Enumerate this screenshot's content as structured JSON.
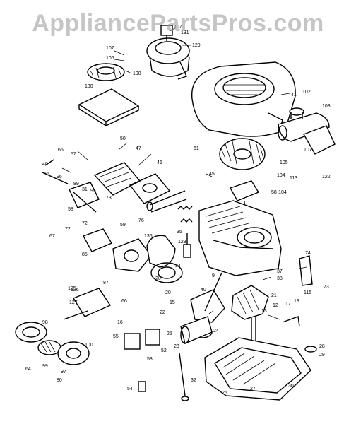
{
  "watermark": "AppliancePartsPros.com",
  "colors": {
    "ink": "#000000",
    "paper": "#ffffff",
    "watermark": "#969696"
  },
  "labels": [
    {
      "id": "l107a",
      "text": "107"
    },
    {
      "id": "l106",
      "text": "106"
    },
    {
      "id": "l108",
      "text": "108"
    },
    {
      "id": "l107b",
      "text": "107"
    },
    {
      "id": "l129",
      "text": "129"
    },
    {
      "id": "l130",
      "text": "130"
    },
    {
      "id": "l131",
      "text": "131"
    },
    {
      "id": "l41",
      "text": "41"
    },
    {
      "id": "l102",
      "text": "102"
    },
    {
      "id": "l103",
      "text": "103"
    },
    {
      "id": "l107c",
      "text": "107"
    },
    {
      "id": "l61",
      "text": "61"
    },
    {
      "id": "l50",
      "text": "50"
    },
    {
      "id": "l47",
      "text": "47"
    },
    {
      "id": "l46",
      "text": "46"
    },
    {
      "id": "l45",
      "text": "45"
    },
    {
      "id": "l105",
      "text": "105"
    },
    {
      "id": "l104a",
      "text": "104"
    },
    {
      "id": "l113",
      "text": "113"
    },
    {
      "id": "l122",
      "text": "122"
    },
    {
      "id": "l65",
      "text": "65"
    },
    {
      "id": "l57",
      "text": "57"
    },
    {
      "id": "l40",
      "text": "40"
    },
    {
      "id": "l96",
      "text": "96"
    },
    {
      "id": "l89",
      "text": "89"
    },
    {
      "id": "l31",
      "text": "31"
    },
    {
      "id": "l95",
      "text": "95"
    },
    {
      "id": "l73",
      "text": "73"
    },
    {
      "id": "l58",
      "text": "58"
    },
    {
      "id": "l104b",
      "text": "58-104"
    },
    {
      "id": "l72a",
      "text": "72"
    },
    {
      "id": "l72b",
      "text": "72"
    },
    {
      "id": "l59",
      "text": "59"
    },
    {
      "id": "l76",
      "text": "76"
    },
    {
      "id": "l67",
      "text": "67"
    },
    {
      "id": "l85",
      "text": "85"
    },
    {
      "id": "l87",
      "text": "87"
    },
    {
      "id": "l125",
      "text": "125"
    },
    {
      "id": "l136",
      "text": "136"
    },
    {
      "id": "l20a",
      "text": "20"
    },
    {
      "id": "l34",
      "text": "34"
    },
    {
      "id": "l37",
      "text": "37"
    },
    {
      "id": "l38",
      "text": "38"
    },
    {
      "id": "l35",
      "text": "35"
    },
    {
      "id": "l126",
      "text": "126"
    },
    {
      "id": "l127",
      "text": "127"
    },
    {
      "id": "l66",
      "text": "66"
    },
    {
      "id": "l74",
      "text": "74"
    },
    {
      "id": "l115",
      "text": "115"
    },
    {
      "id": "l73b",
      "text": "73"
    },
    {
      "id": "l9",
      "text": "9"
    },
    {
      "id": "l21",
      "text": "21"
    },
    {
      "id": "l13",
      "text": "13"
    },
    {
      "id": "l12",
      "text": "12"
    },
    {
      "id": "l17",
      "text": "17"
    },
    {
      "id": "l19",
      "text": "19"
    },
    {
      "id": "l22",
      "text": "22"
    },
    {
      "id": "l40b",
      "text": "40"
    },
    {
      "id": "l20b",
      "text": "20"
    },
    {
      "id": "l15",
      "text": "15"
    },
    {
      "id": "l16",
      "text": "16"
    },
    {
      "id": "l55",
      "text": "55"
    },
    {
      "id": "l53",
      "text": "53"
    },
    {
      "id": "l52",
      "text": "52"
    },
    {
      "id": "l25",
      "text": "25"
    },
    {
      "id": "l24",
      "text": "24"
    },
    {
      "id": "l23",
      "text": "23"
    },
    {
      "id": "l32",
      "text": "32"
    },
    {
      "id": "l27",
      "text": "27"
    },
    {
      "id": "l26",
      "text": "26"
    },
    {
      "id": "l30",
      "text": "30"
    },
    {
      "id": "l28",
      "text": "28"
    },
    {
      "id": "l29",
      "text": "29"
    },
    {
      "id": "l54",
      "text": "54"
    },
    {
      "id": "l98",
      "text": "98"
    },
    {
      "id": "l99",
      "text": "99"
    },
    {
      "id": "l97",
      "text": "97"
    },
    {
      "id": "l100",
      "text": "100"
    },
    {
      "id": "l64",
      "text": "64"
    },
    {
      "id": "l80",
      "text": "80"
    },
    {
      "id": "l56",
      "text": "56"
    },
    {
      "id": "l123",
      "text": "123"
    }
  ]
}
